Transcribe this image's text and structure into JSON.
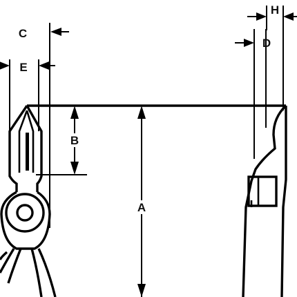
{
  "diagram": {
    "labels": {
      "A": "A",
      "B": "B",
      "C": "C",
      "D": "D",
      "E": "E",
      "H": "H"
    }
  }
}
